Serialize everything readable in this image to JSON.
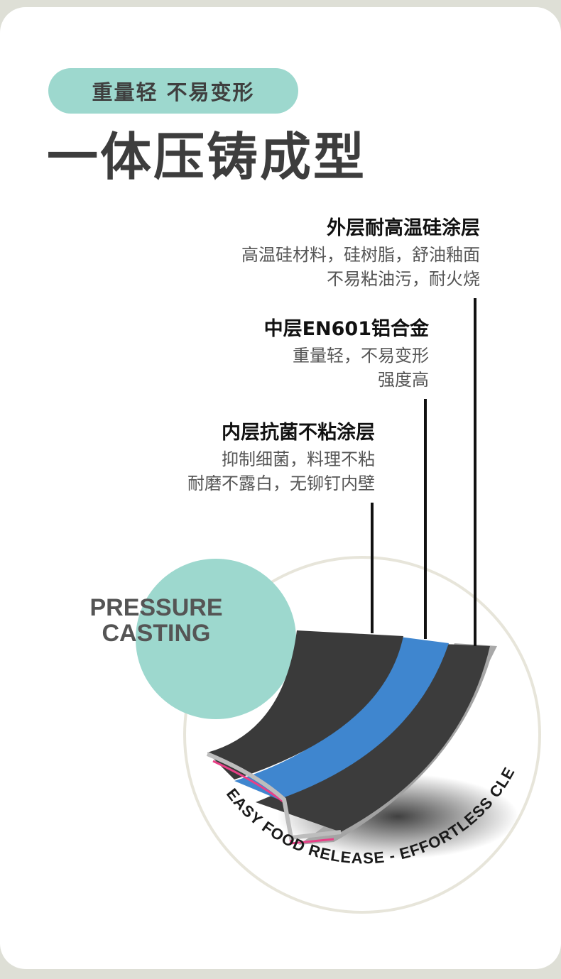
{
  "badge": "重量轻 不易变形",
  "title": "一体压铸成型",
  "layers": [
    {
      "heading": "外层耐高温硅涂层",
      "lines": [
        "高温硅材料，硅树脂，舒油釉面",
        "不易粘油污，耐火烧"
      ]
    },
    {
      "heading": "中层EN601铝合金",
      "lines": [
        "重量轻，不易变形",
        "强度高"
      ]
    },
    {
      "heading": "内层抗菌不粘涂层",
      "lines": [
        "抑制细菌，料理不粘",
        "耐磨不露白，无铆钉内壁"
      ]
    }
  ],
  "circle_label": [
    "PRESSURE",
    "CASTING"
  ],
  "arc_text": "EASY FOOD RELEASE - EFFORTLESS CLEANING",
  "colors": {
    "accent": "#9dd8ce",
    "blue_layer": "#3f86cf",
    "dark_layer": "#3a3a3a",
    "pink_edge": "#e83f86"
  }
}
